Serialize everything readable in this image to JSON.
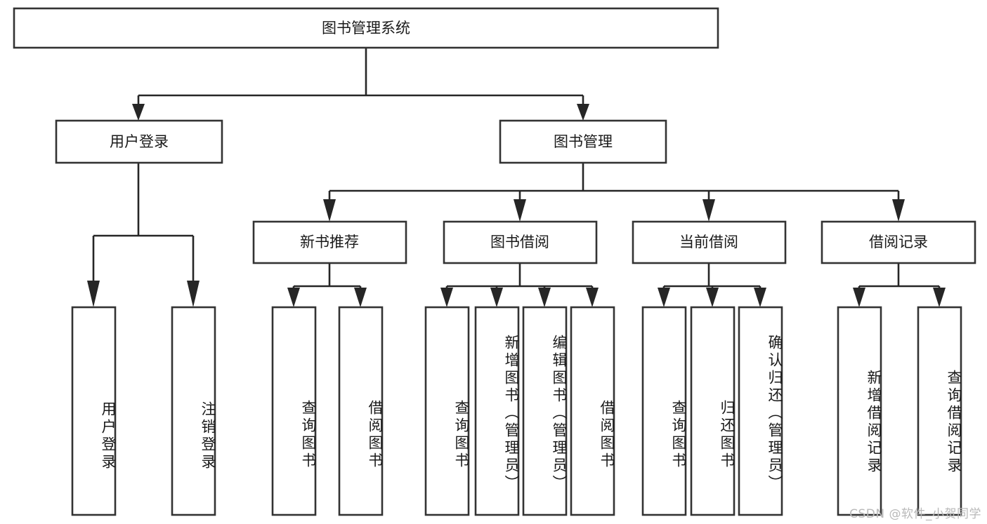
{
  "diagram": {
    "title": "图书管理系统",
    "type": "tree-hierarchy",
    "root": {
      "id": "root",
      "label": "图书管理系统"
    },
    "level2": [
      {
        "id": "user-login",
        "label": "用户登录"
      },
      {
        "id": "book-management",
        "label": "图书管理"
      }
    ],
    "level3": [
      {
        "id": "new-book-recommend",
        "label": "新书推荐",
        "parent": "book-management"
      },
      {
        "id": "book-borrow",
        "label": "图书借阅",
        "parent": "book-management"
      },
      {
        "id": "current-borrow",
        "label": "当前借阅",
        "parent": "book-management"
      },
      {
        "id": "borrow-record",
        "label": "借阅记录",
        "parent": "book-management"
      }
    ],
    "leaves": [
      {
        "id": "leaf-user-login",
        "label": "用户登录",
        "parent": "user-login"
      },
      {
        "id": "leaf-user-logout",
        "label": "注销登录",
        "parent": "user-login"
      },
      {
        "id": "leaf-query-book-1",
        "label": "查询图书",
        "parent": "new-book-recommend"
      },
      {
        "id": "leaf-borrow-book-1",
        "label": "借阅图书",
        "parent": "new-book-recommend"
      },
      {
        "id": "leaf-query-book-2",
        "label": "查询图书",
        "parent": "book-borrow"
      },
      {
        "id": "leaf-add-book",
        "label": "新增图书（管理员）",
        "parent": "book-borrow"
      },
      {
        "id": "leaf-edit-book",
        "label": "编辑图书（管理员）",
        "parent": "book-borrow"
      },
      {
        "id": "leaf-borrow-book-2",
        "label": "借阅图书",
        "parent": "book-borrow"
      },
      {
        "id": "leaf-query-book-3",
        "label": "查询图书",
        "parent": "current-borrow"
      },
      {
        "id": "leaf-return-book",
        "label": "归还图书",
        "parent": "current-borrow"
      },
      {
        "id": "leaf-confirm-return",
        "label": "确认归还（管理员）",
        "parent": "current-borrow"
      },
      {
        "id": "leaf-add-record",
        "label": "新增借阅记录",
        "parent": "borrow-record"
      },
      {
        "id": "leaf-query-record",
        "label": "查询借阅记录",
        "parent": "borrow-record"
      }
    ]
  },
  "watermark": {
    "text": "CSDN @软件_小贺同学"
  },
  "colors": {
    "background": "#ffffff",
    "box_border": "#333333",
    "connector": "#262626",
    "text": "#1a1a1a",
    "watermark": "#b9b9b9"
  }
}
